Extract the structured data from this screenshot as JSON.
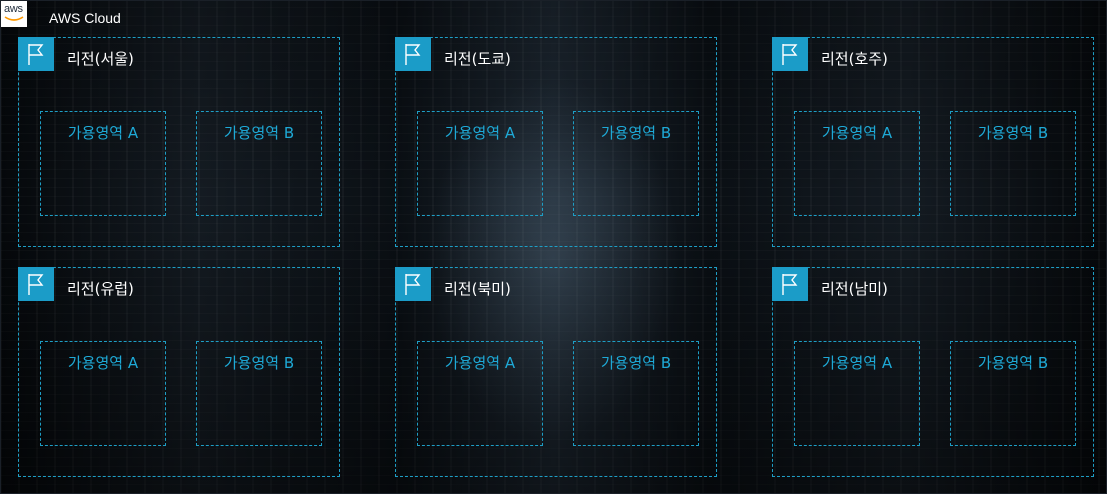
{
  "cloud": {
    "title": "AWS Cloud",
    "logo_text": "aws"
  },
  "colors": {
    "accent": "#1b9cc8",
    "az_text": "#1ea9d6",
    "border": "#1e9ec5"
  },
  "regions": [
    {
      "label": "리전(서울)",
      "zones": [
        "가용영역 A",
        "가용영역 B"
      ]
    },
    {
      "label": "리전(도쿄)",
      "zones": [
        "가용영역 A",
        "가용영역 B"
      ]
    },
    {
      "label": "리전(호주)",
      "zones": [
        "가용영역 A",
        "가용영역 B"
      ]
    },
    {
      "label": "리전(유럽)",
      "zones": [
        "가용영역 A",
        "가용영역 B"
      ]
    },
    {
      "label": "리전(북미)",
      "zones": [
        "가용영역 A",
        "가용영역 B"
      ]
    },
    {
      "label": "리전(남미)",
      "zones": [
        "가용영역 A",
        "가용영역 B"
      ]
    }
  ]
}
